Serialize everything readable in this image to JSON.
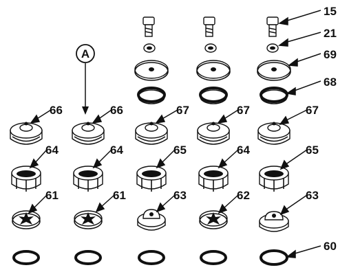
{
  "callout": "A",
  "labels": {
    "l15": "15",
    "l21": "21",
    "l69": "69",
    "l68": "68",
    "r1": [
      "66",
      "66",
      "67",
      "67",
      "67"
    ],
    "r2": [
      "64",
      "64",
      "65",
      "64",
      "65"
    ],
    "r3": [
      "61",
      "61",
      "63",
      "62",
      "63"
    ],
    "l60": "60"
  }
}
